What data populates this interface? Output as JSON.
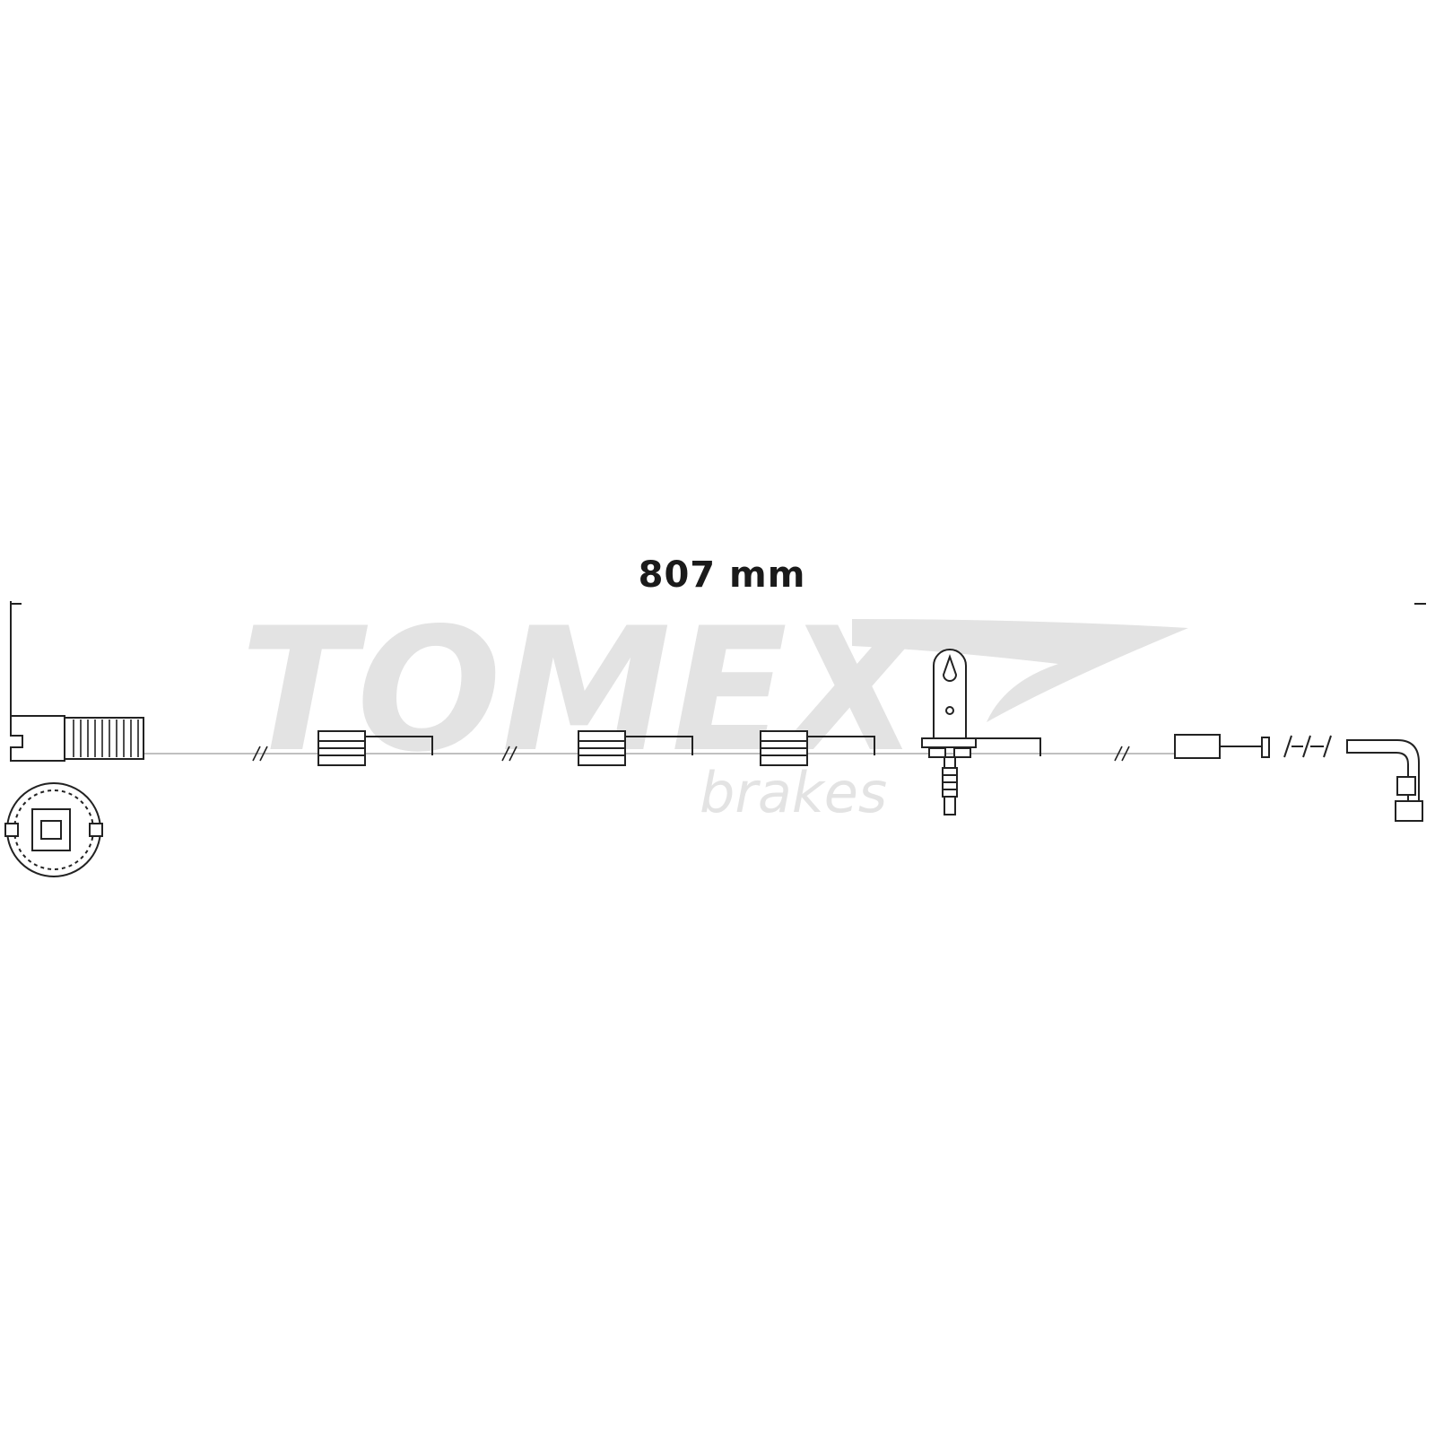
{
  "dimension": {
    "length_label": "807 mm"
  },
  "watermark": {
    "brand": "TOMEX",
    "subtitle": "brakes",
    "color": "#e3e3e3"
  },
  "colors": {
    "line": "#222222",
    "thin_line": "#9a9a9a"
  },
  "icons": [
    "connector-plug-icon",
    "connector-end-view-icon",
    "cable-clip-icon",
    "mounting-bracket-icon",
    "break-mark-icon",
    "sensor-probe-icon"
  ]
}
